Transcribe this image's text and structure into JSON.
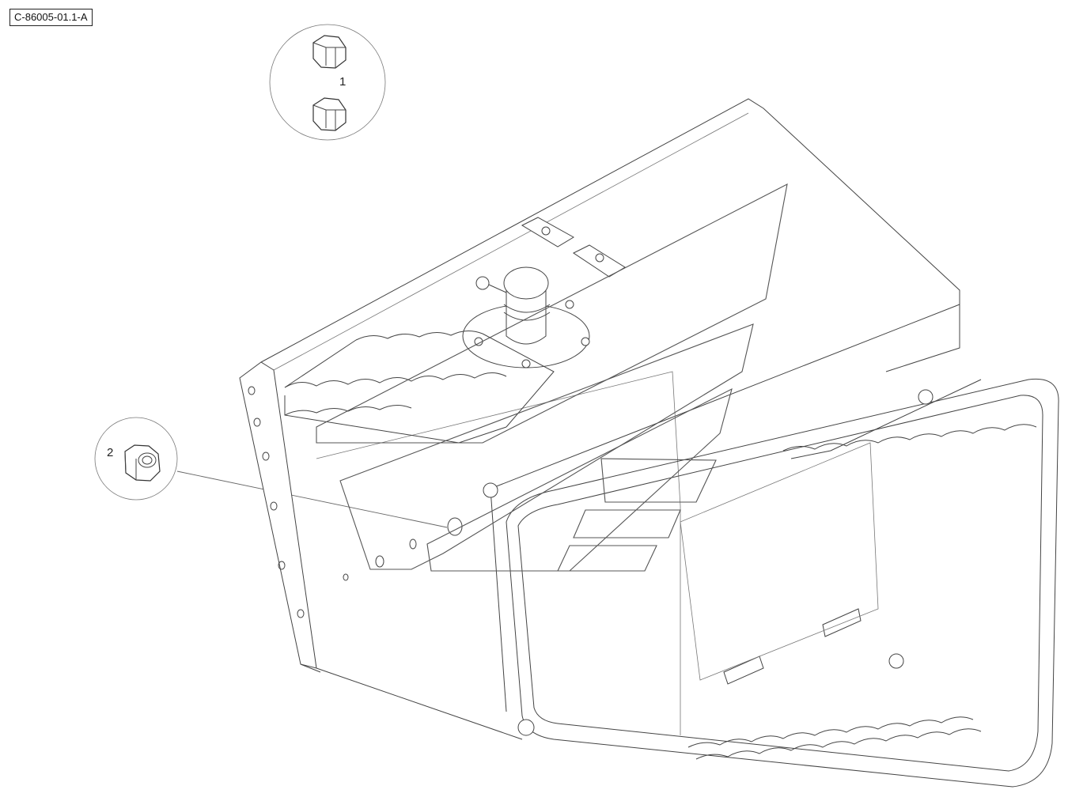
{
  "drawing": {
    "id_label": "C-86005-01.1-A"
  },
  "callouts": [
    {
      "number": "1",
      "part": "hex-cap-nut",
      "quantity_shown": 2
    },
    {
      "number": "2",
      "part": "hex-coupling-nut",
      "quantity_shown": 1
    }
  ],
  "colors": {
    "line": "#444444",
    "background": "#ffffff",
    "watermark": "#555555"
  },
  "icons": {
    "part_1": "hex-cap-nut-icon",
    "part_2": "hex-nut-icon",
    "watermark": "brand-logo-watermark"
  }
}
